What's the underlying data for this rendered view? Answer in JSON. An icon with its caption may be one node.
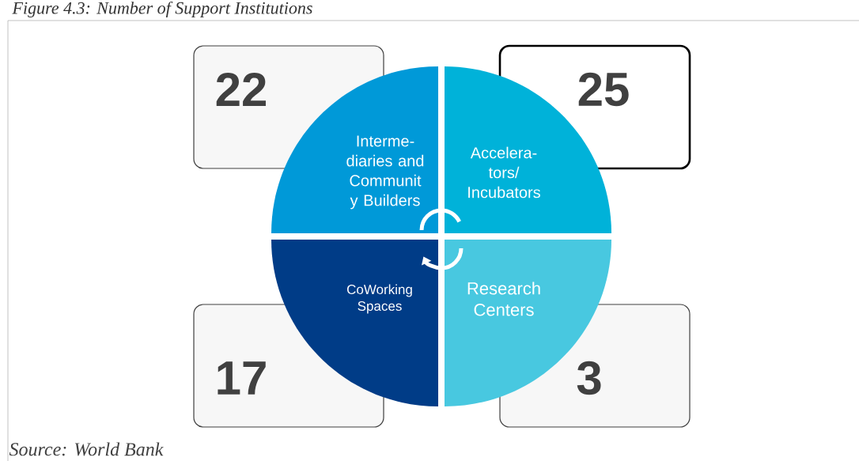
{
  "diagram": {
    "title": "Figure 4.3: Number of Support Institutions",
    "caption": "Source: World Bank",
    "nodes": [
      {
        "text": [
          "22"
        ]
      },
      {
        "text": [
          "25"
        ]
      },
      {
        "text": [
          "17"
        ]
      },
      {
        "text": [
          "3"
        ]
      },
      {
        "text": [
          "Interme- diaries and Communit y Builders"
        ]
      },
      {
        "text": [
          "Accelera- tors/ Incubators"
        ]
      },
      {
        "text": [
          "CoWorking Spaces"
        ]
      },
      {
        "text": [
          "Research Centers"
        ]
      }
    ]
  }
}
